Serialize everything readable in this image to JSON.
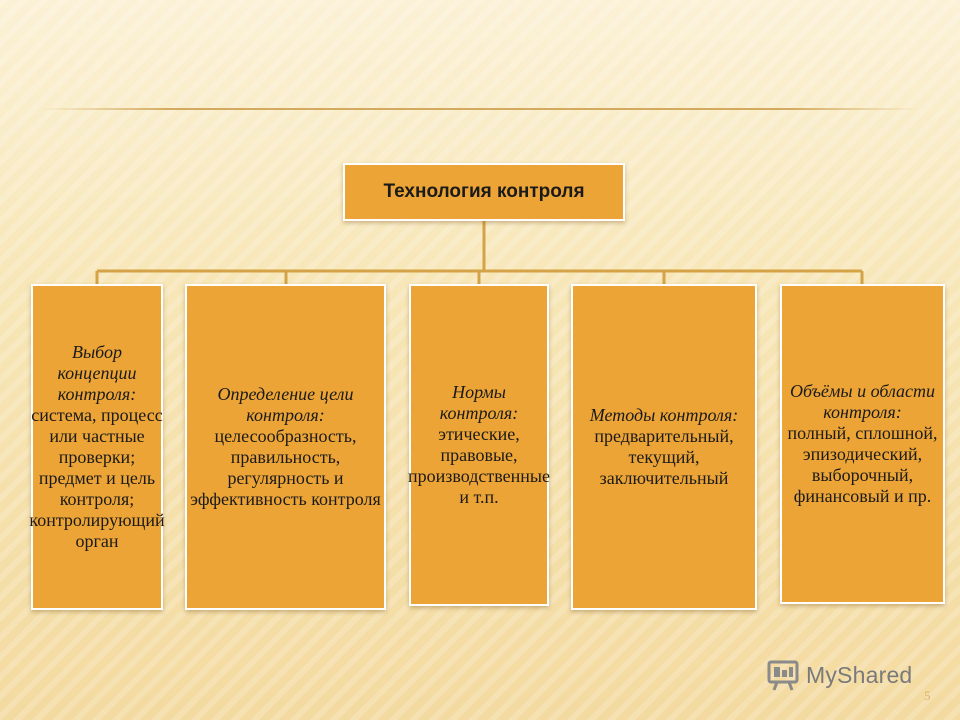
{
  "diagram": {
    "title": "Технология контроля",
    "cards": [
      {
        "title": "Выбор концепции контроля:",
        "desc": "система, процесс или частные проверки; предмет и цель контроля; контролирующий орган"
      },
      {
        "title": "Определение цели контроля:",
        "desc": "целесообразность, правильность, регулярность и эффективность контроля"
      },
      {
        "title": "Нормы контроля:",
        "desc": "этические, правовые, производственные и т.п."
      },
      {
        "title": "Методы контроля:",
        "desc": "предварительный, текущий, заключительный"
      },
      {
        "title": "Объёмы и области контроля:",
        "desc": "полный, сплошной, эпизодический, выборочный, финансовый и пр."
      }
    ],
    "colors": {
      "box_fill": "#eca436",
      "box_border": "#ffffff",
      "connector": "#d4a347"
    }
  },
  "footer": {
    "logo_text": "MyShared",
    "logo_icon": "presentation-board-icon",
    "page_number": "5"
  }
}
